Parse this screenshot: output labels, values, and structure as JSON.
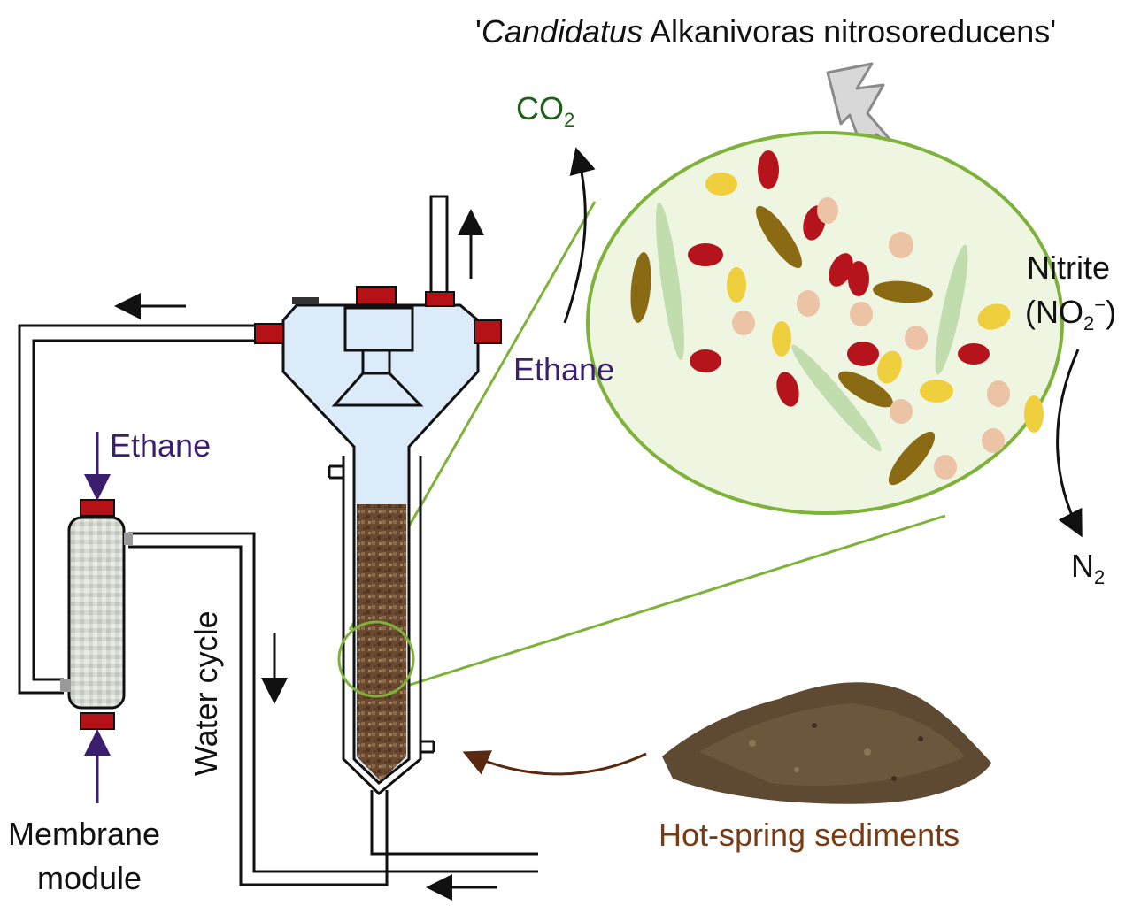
{
  "labels": {
    "organism_italic": "Candidatus",
    "organism_rest": "Alkanivoras nitrosoreducens",
    "co2_main": "CO",
    "co2_sub": "2",
    "ethane_reactor": "Ethane",
    "ethane_membrane": "Ethane",
    "nitrite_word": "Nitrite",
    "nitrite_formula_open": "(NO",
    "nitrite_formula_sub": "2",
    "nitrite_formula_sup": "−",
    "nitrite_formula_close": ")",
    "n2_main": "N",
    "n2_sub": "2",
    "water_cycle": "Water cycle",
    "membrane_line1": "Membrane",
    "membrane_line2": "module",
    "hot_spring": "Hot-spring sediments"
  },
  "colors": {
    "ellipse_stroke": "#7fb23a",
    "ellipse_fill": "#eef5e0",
    "reactor_fill": "#dcebfa",
    "cap_red": "#b51218",
    "sediment_brown": "#6b4a30",
    "ethane_purple": "#3b1f6e",
    "co2_green": "#1f5d1a",
    "hot_spring_brown": "#7a3a12"
  }
}
